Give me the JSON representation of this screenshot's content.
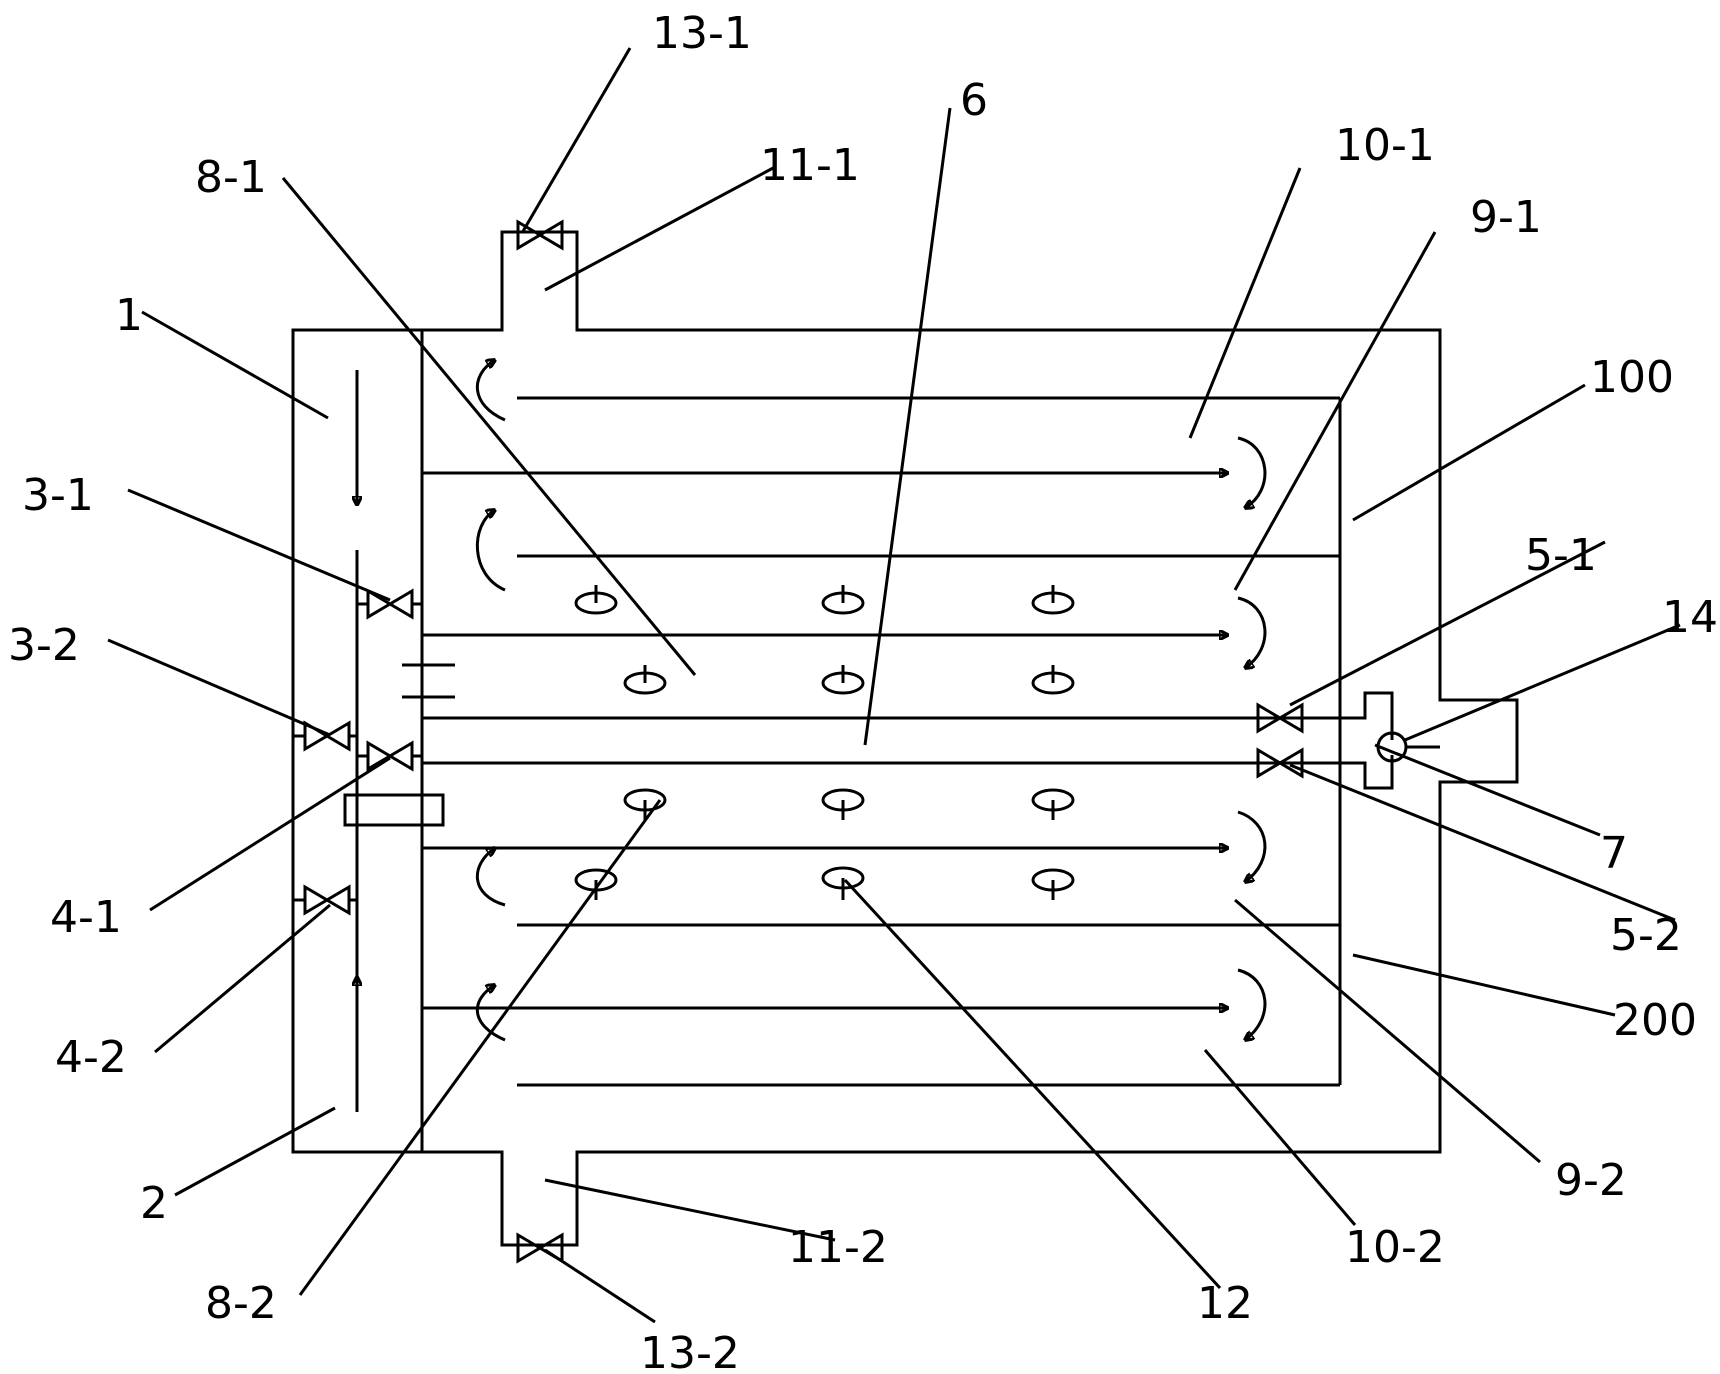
{
  "labels": {
    "l1": "1",
    "l2": "2",
    "l3_1": "3-1",
    "l3_2": "3-2",
    "l4_1": "4-1",
    "l4_2": "4-2",
    "l5_1": "5-1",
    "l5_2": "5-2",
    "l6": "6",
    "l7": "7",
    "l8_1": "8-1",
    "l8_2": "8-2",
    "l9_1": "9-1",
    "l9_2": "9-2",
    "l10_1": "10-1",
    "l10_2": "10-2",
    "l11_1": "11-1",
    "l11_2": "11-2",
    "l12": "12",
    "l13_1": "13-1",
    "l13_2": "13-2",
    "l14": "14",
    "l100": "100",
    "l200": "200"
  },
  "colors": {
    "stroke": "#000000",
    "background": "#ffffff"
  }
}
